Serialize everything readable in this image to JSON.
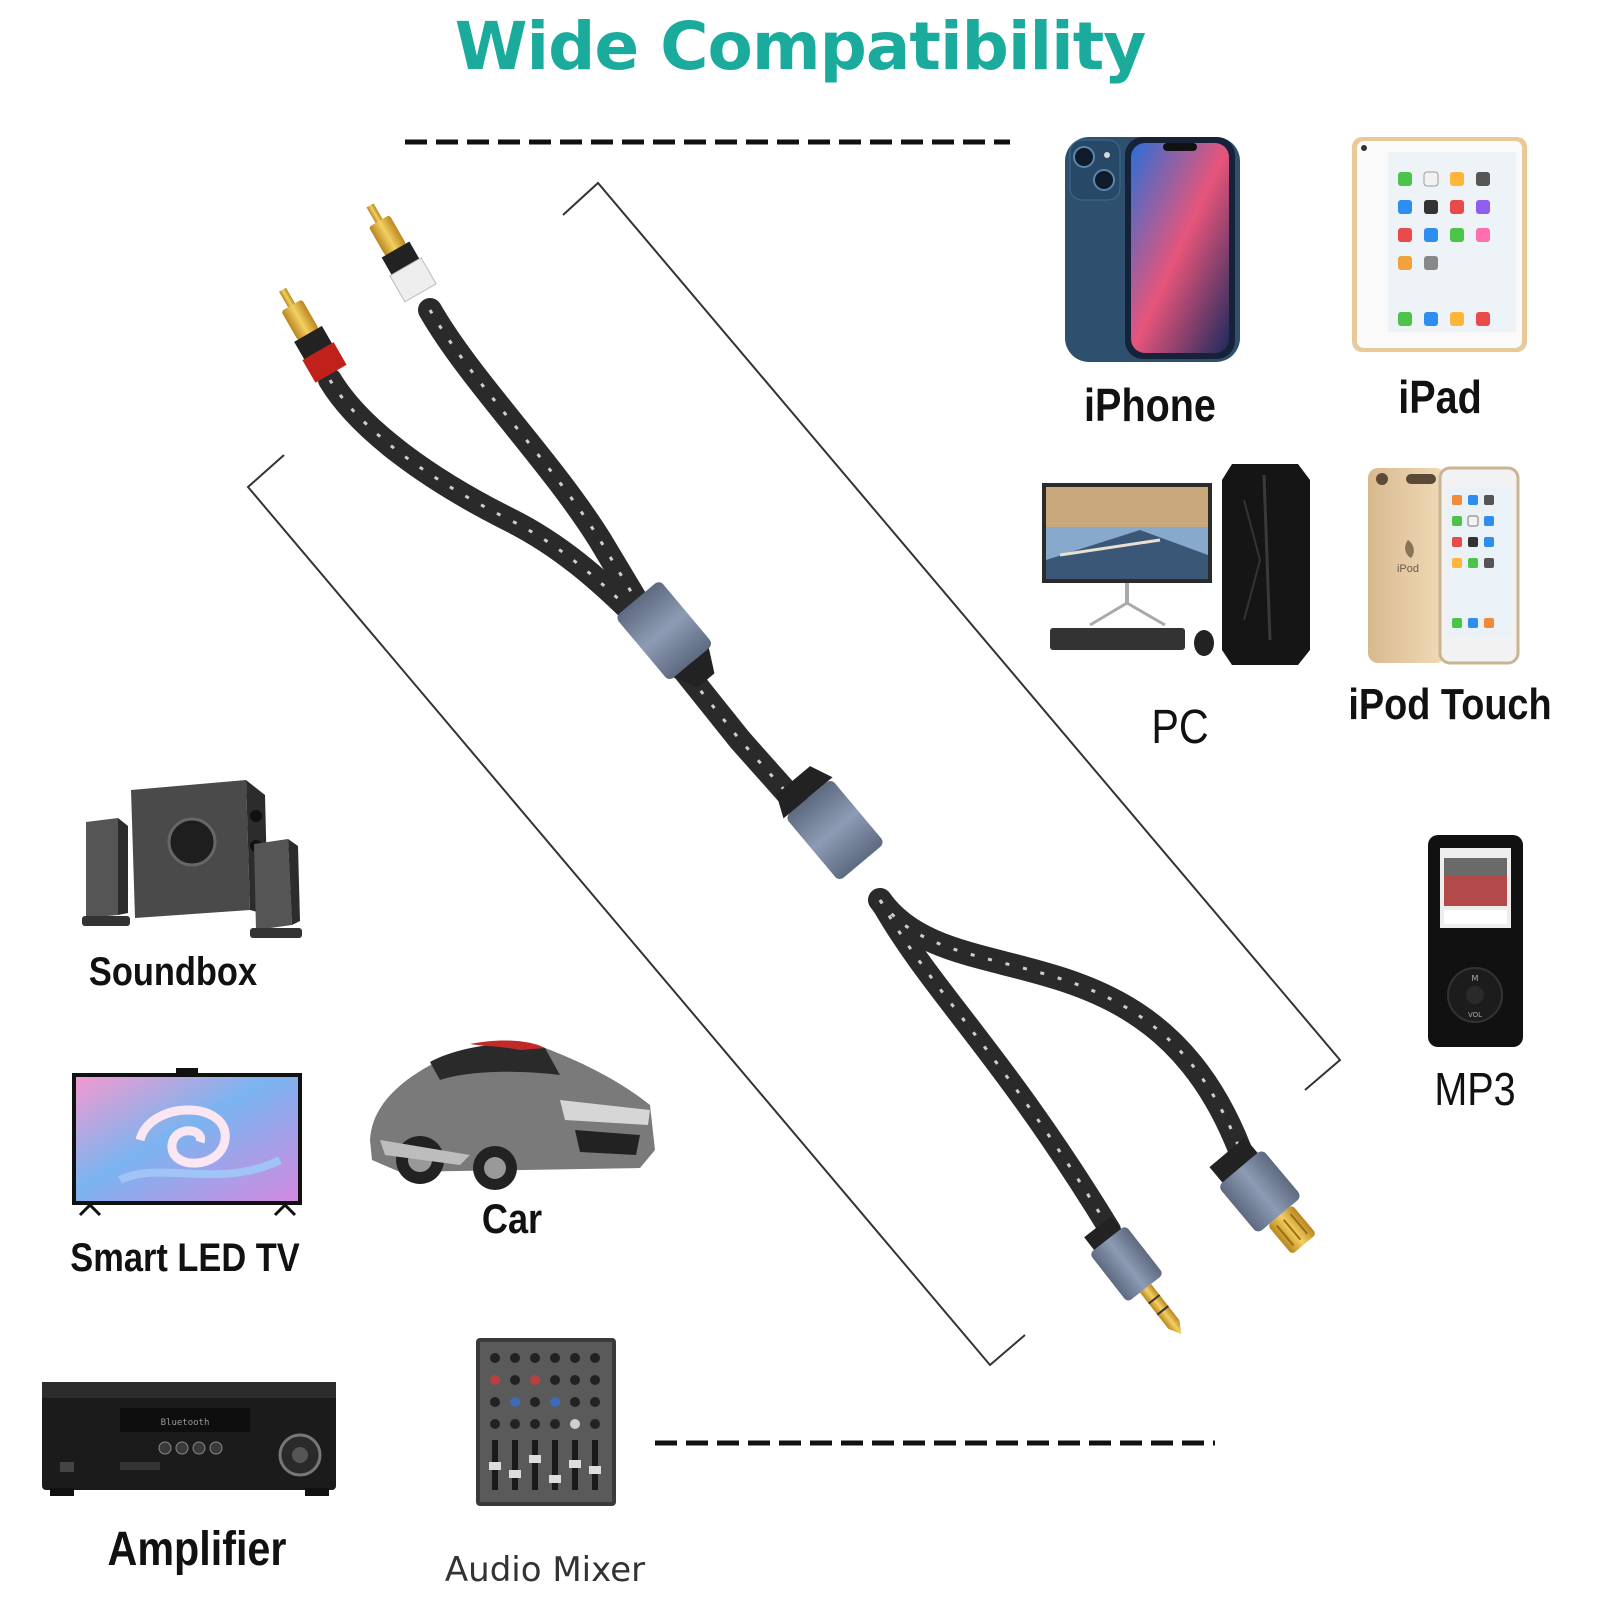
{
  "title": "Wide Compatibility",
  "colors": {
    "title": "#1aab9c",
    "cable_braid": "#2a2a2a",
    "connector_housing": "#7b8aa3",
    "gold": "#d9a731",
    "rca_red": "#c0211b",
    "rca_white": "#eeeeee"
  },
  "devices": {
    "iphone": {
      "label": "iPhone",
      "icon": "iphone-icon"
    },
    "ipad": {
      "label": "iPad",
      "icon": "ipad-icon"
    },
    "pc": {
      "label": "PC",
      "icon": "desktop-pc-icon"
    },
    "ipod_touch": {
      "label": "iPod Touch",
      "icon": "ipod-touch-icon",
      "logo_text": "iPod"
    },
    "mp3": {
      "label": "MP3",
      "icon": "mp3-player-icon"
    },
    "soundbox": {
      "label": "Soundbox",
      "icon": "speaker-system-icon"
    },
    "smart_led_tv": {
      "label": "Smart LED TV",
      "icon": "tv-icon"
    },
    "car": {
      "label": "Car",
      "icon": "car-icon"
    },
    "amplifier": {
      "label": "Amplifier",
      "icon": "amplifier-icon",
      "display_text": "Bluetooth"
    },
    "audio_mixer": {
      "label": "Audio Mixer",
      "icon": "audio-mixer-icon"
    }
  },
  "cable": {
    "icon": "rca-to-lightning-aux-cable-icon"
  }
}
